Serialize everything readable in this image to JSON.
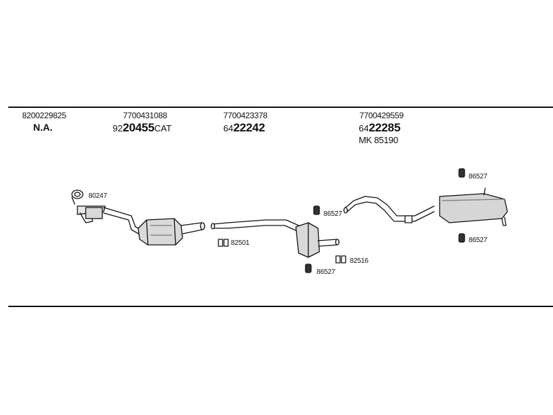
{
  "columns": [
    {
      "ref": "8200229825",
      "code_prefix": "",
      "code_main": "N.A.",
      "code_suffix": ""
    },
    {
      "ref": "7700431088",
      "code_prefix": "92",
      "code_main": "20455",
      "code_suffix": "CAT"
    },
    {
      "ref": "7700423378",
      "code_prefix": "64",
      "code_main": "22242",
      "code_suffix": ""
    },
    {
      "ref": "7700429559",
      "code_prefix": "64",
      "code_main": "22285",
      "code_suffix": "",
      "extra": "MK  85190"
    }
  ],
  "callouts": {
    "gasket": "80247",
    "clamp_front": "82501",
    "clamp_mid": "82516",
    "mount_mid_top": "86527",
    "mount_mid_bottom": "86527",
    "mount_rear_top": "86527",
    "mount_rear_bottom": "86527"
  }
}
